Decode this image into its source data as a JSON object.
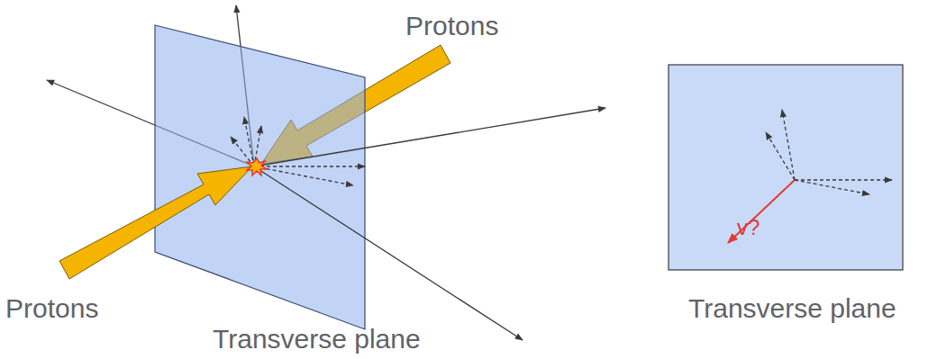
{
  "diagram": {
    "labels": [
      "Protons",
      "Protons",
      "Transverse plane",
      "v?",
      "Transverse plane"
    ]
  }
}
